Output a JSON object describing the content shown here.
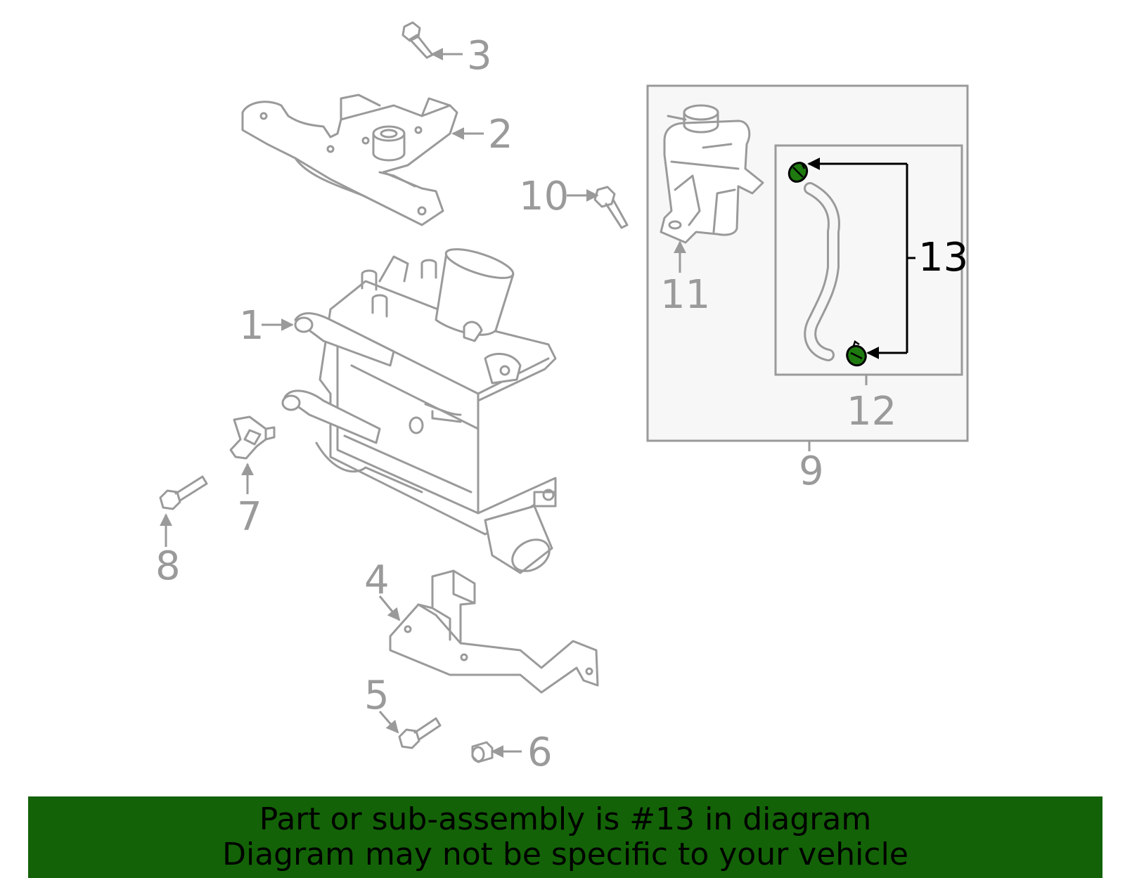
{
  "callouts": [
    "1",
    "2",
    "3",
    "4",
    "5",
    "6",
    "7",
    "8",
    "9",
    "10",
    "11",
    "12",
    "13"
  ],
  "highlighted_callout": "13",
  "colors": {
    "line": "#9a9a9a",
    "highlight": "#000000",
    "clamp": "#1e7a0f",
    "banner": "#136207",
    "inset_bg": "#f7f7f7"
  },
  "banner": {
    "line1": "Part or sub-assembly is #13 in diagram",
    "line2": "Diagram may not be specific to your vehicle"
  }
}
